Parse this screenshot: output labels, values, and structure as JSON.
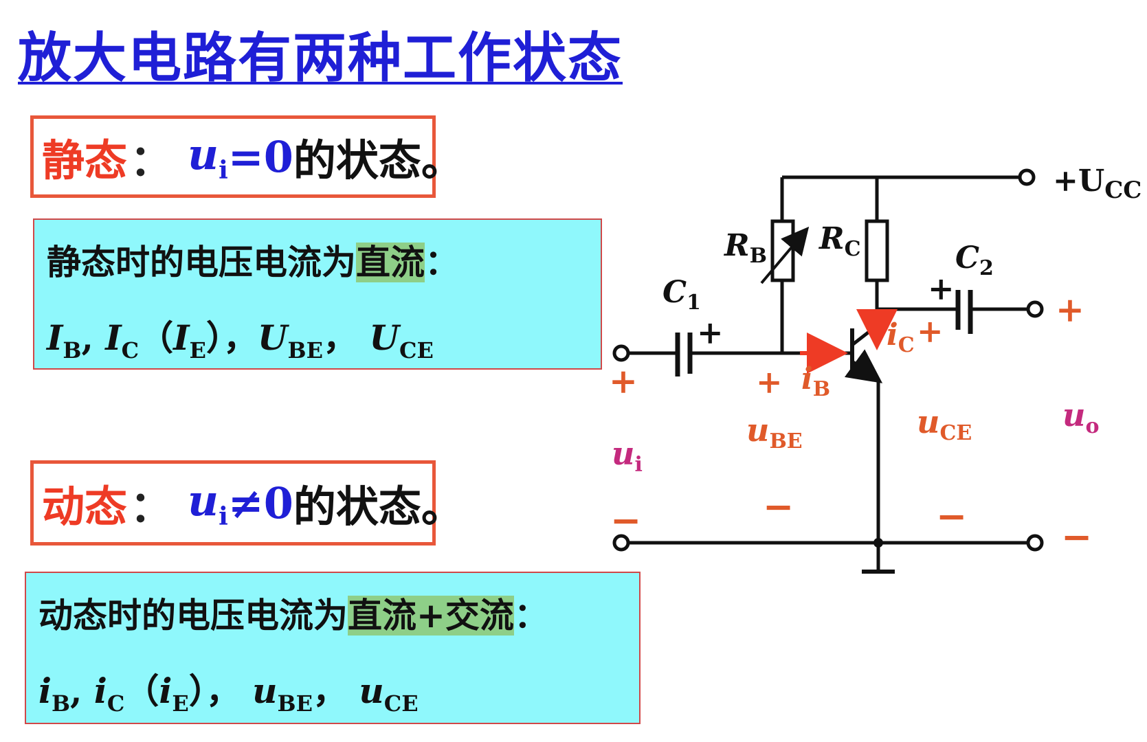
{
  "title": "放大电路有两种工作状态",
  "static_state": {
    "label": "静态",
    "colon": "：",
    "var": "u",
    "sub": "i",
    "cond": "=0",
    "rest": "的状态。"
  },
  "static_box": {
    "prefix": "静态时的电压电流为",
    "highlight": "直流",
    "suffix": "：",
    "q1": "I",
    "q1s": "B",
    "q2": "I",
    "q2s": "C",
    "q3": "I",
    "q3s": "E",
    "q4": "U",
    "q4s": "BE",
    "q5": "U",
    "q5s": "CE"
  },
  "dynamic_state": {
    "label": "动态",
    "colon": "：",
    "var": "u",
    "sub": "i",
    "cond": "≠0",
    "rest": "的状态。"
  },
  "dynamic_box": {
    "prefix": "动态时的电压电流为",
    "highlight": "直流+交流",
    "suffix": "：",
    "q1": "i",
    "q1s": "B",
    "q2": "i",
    "q2s": "C",
    "q3": "i",
    "q3s": "E",
    "q4": "u",
    "q4s": "BE",
    "q5": "u",
    "q5s": "CE"
  },
  "circuit": {
    "ucc": "+U",
    "ucc_sub": "CC",
    "rb": "R",
    "rb_sub": "B",
    "rc": "R",
    "rc_sub": "C",
    "c1": "C",
    "c1_sub": "1",
    "c2": "C",
    "c2_sub": "2",
    "ib": "i",
    "ib_sub": "B",
    "ic": "i",
    "ic_sub": "C",
    "ui": "u",
    "ui_sub": "i",
    "ube": "u",
    "ube_sub": "BE",
    "uce": "u",
    "uce_sub": "CE",
    "uo": "u",
    "uo_sub": "o",
    "plus": "+",
    "minus": "−",
    "colors": {
      "wire": "#111111",
      "arrow": "#ee3b25",
      "orange": "#e05a2a",
      "magenta": "#c42a7e"
    }
  }
}
